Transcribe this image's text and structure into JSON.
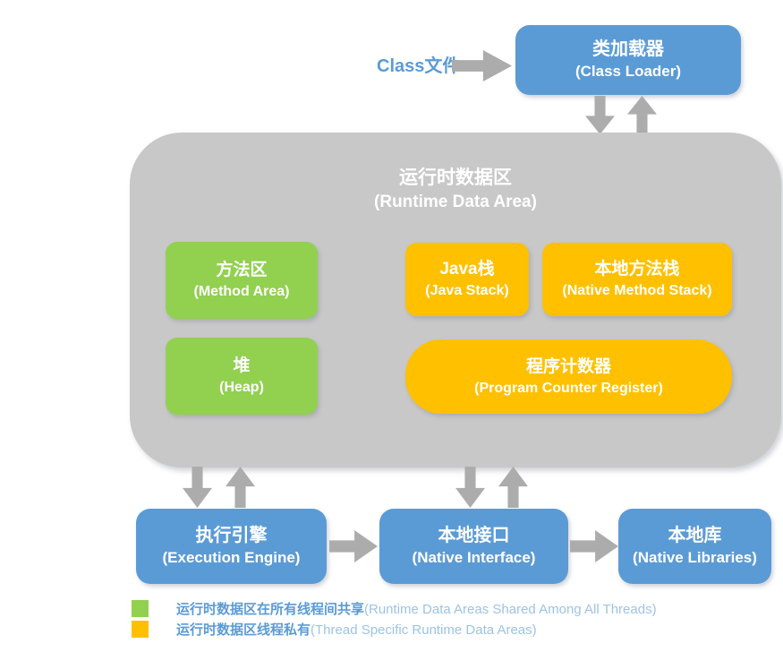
{
  "colors": {
    "blue": "#5B9BD5",
    "green": "#92D050",
    "orange": "#FFC000",
    "container_gray": "#C8C8C8",
    "arrow_gray": "#ACACAC",
    "legend_zh_text": "#5B9BD5",
    "legend_en_text": "#9DC3E6"
  },
  "class_file": {
    "label": "Class文件"
  },
  "nodes": {
    "class_loader": {
      "title": "类加载器",
      "subtitle": "(Class Loader)"
    },
    "runtime_area": {
      "title": "运行时数据区",
      "subtitle": "(Runtime Data Area)"
    },
    "method_area": {
      "title": "方法区",
      "subtitle": "(Method Area)"
    },
    "heap": {
      "title": "堆",
      "subtitle": "(Heap)"
    },
    "java_stack": {
      "title": "Java栈",
      "subtitle": "(Java Stack)"
    },
    "native_method_stack": {
      "title": "本地方法栈",
      "subtitle": "(Native Method Stack)"
    },
    "program_counter": {
      "title": "程序计数器",
      "subtitle": "(Program Counter Register)"
    },
    "execution_engine": {
      "title": "执行引擎",
      "subtitle": "(Execution Engine)"
    },
    "native_interface": {
      "title": "本地接口",
      "subtitle": "(Native Interface)"
    },
    "native_libraries": {
      "title": "本地库",
      "subtitle": "(Native Libraries)"
    }
  },
  "legend": {
    "items": [
      {
        "color": "#92D050",
        "zh": "运行时数据区在所有线程间共享",
        "en": "(Runtime Data Areas Shared Among All Threads)"
      },
      {
        "color": "#FFC000",
        "zh": "运行时数据区线程私有",
        "en": "(Thread Specific Runtime Data Areas)"
      }
    ]
  }
}
